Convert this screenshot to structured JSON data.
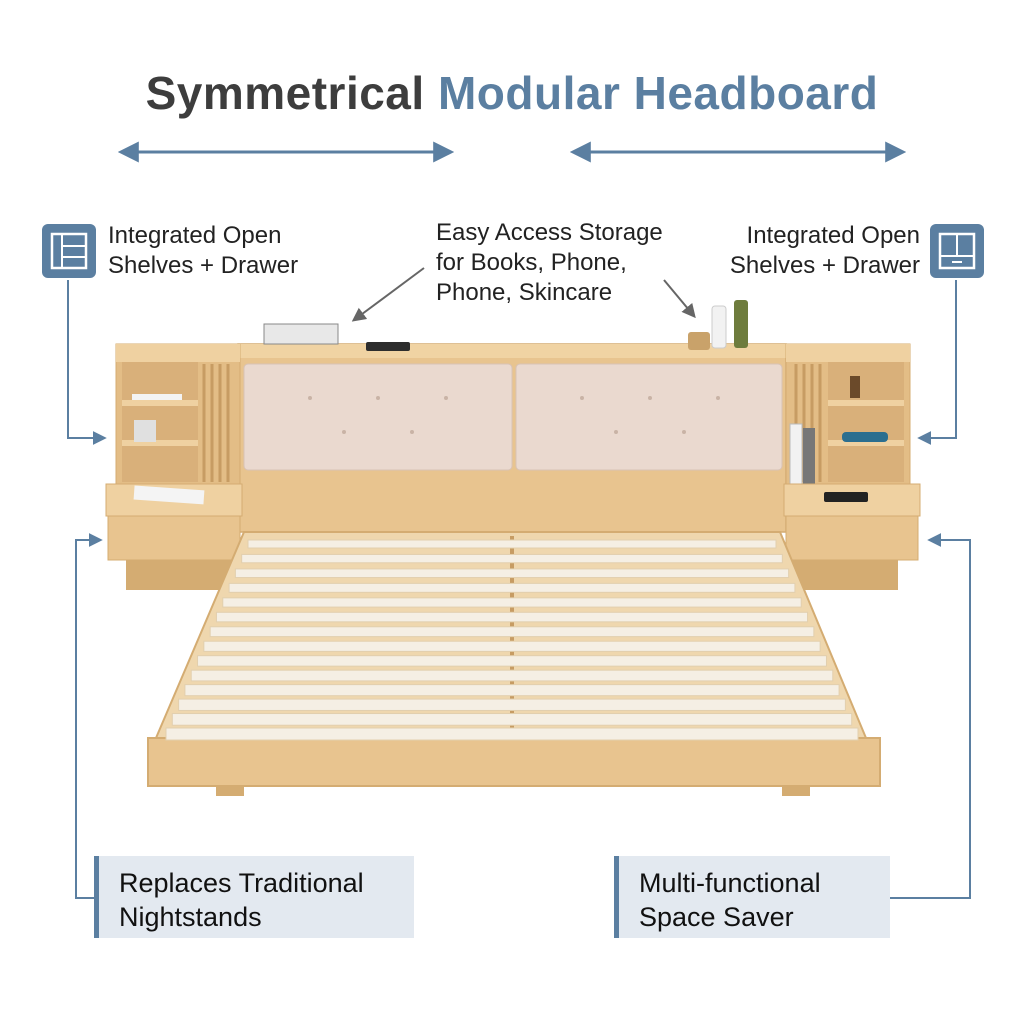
{
  "title": {
    "part1": "Symmetrical",
    "part2": "Modular Headboard"
  },
  "labels": {
    "left_top": {
      "line1": "Integrated Open",
      "line2": "Shelves + Drawer"
    },
    "right_top": {
      "line1": "Integrated Open",
      "line2": "Shelves + Drawer"
    },
    "center_top": {
      "line1": "Easy Access Storage",
      "line2": "for Books, Phone,",
      "line3": "Phone, Skincare"
    }
  },
  "callouts": {
    "left_bottom": {
      "line1": "Replaces Traditional",
      "line2": "Nightstands"
    },
    "right_bottom": {
      "line1": "Multi-functional",
      "line2": "Space Saver"
    }
  },
  "icons": {
    "left": "shelf-drawer-icon",
    "right": "shelf-drawer-icon"
  },
  "colors": {
    "accent": "#5b7fa1",
    "title_dark": "#3d3d3d",
    "wood": "#e8c48f",
    "wood_dark": "#d4ac72",
    "cushion": "#ead9cf",
    "slat": "#f5efe4",
    "callout_bg": "#e3e9f0"
  }
}
